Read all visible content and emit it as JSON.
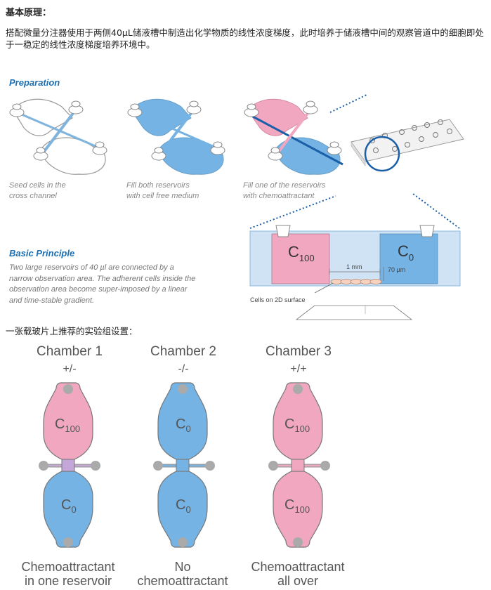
{
  "header": {
    "title": "基本原理：",
    "intro": "搭配微量分注器使用于两侧40μL储液槽中制造出化学物质的线性浓度梯度，此时培养于储液槽中间的观察管道中的细胞即处于一稳定的线性浓度梯度培养环境中。"
  },
  "preparation": {
    "heading": "Preparation",
    "steps": [
      {
        "line1": "Seed cells in the",
        "line2": "cross channel"
      },
      {
        "line1": "Fill both reservoirs",
        "line2": "with cell free medium"
      },
      {
        "line1": "Fill one of the reservoirs",
        "line2": "with chemoattractant"
      }
    ]
  },
  "principle": {
    "heading": "Basic Principle",
    "lines": [
      "Two large reservoirs of 40 µl are connected by a",
      "narrow observation area. The adherent cells inside the",
      "observation area become super-imposed by a linear",
      "and time-stable gradient."
    ],
    "diagram": {
      "c_left": "C",
      "c_left_sub": "100",
      "c_right": "C",
      "c_right_sub": "0",
      "length_label": "1 mm",
      "height_label": "70 µm",
      "cells_label": "Cells on 2D surface"
    }
  },
  "setup": {
    "heading": "一张载玻片上推荐的实验组设置：",
    "chambers": [
      {
        "title": "Chamber 1",
        "code": "+/-",
        "top_c": "C",
        "top_sub": "100",
        "bottom_c": "C",
        "bottom_sub": "0",
        "foot1": "Chemoattractant",
        "foot2": "in one reservoir"
      },
      {
        "title": "Chamber 2",
        "code": "-/-",
        "top_c": "C",
        "top_sub": "0",
        "bottom_c": "C",
        "bottom_sub": "0",
        "foot1": "No",
        "foot2": "chemoattractant"
      },
      {
        "title": "Chamber 3",
        "code": "+/+",
        "top_c": "C",
        "top_sub": "100",
        "bottom_c": "C",
        "bottom_sub": "100",
        "foot1": "Chemoattractant",
        "foot2": "all over"
      }
    ]
  },
  "colors": {
    "pink": "#f2a7c0",
    "blue": "#74b3e3",
    "heading_blue": "#1b6fb3",
    "grey": "#9a9a9a"
  }
}
